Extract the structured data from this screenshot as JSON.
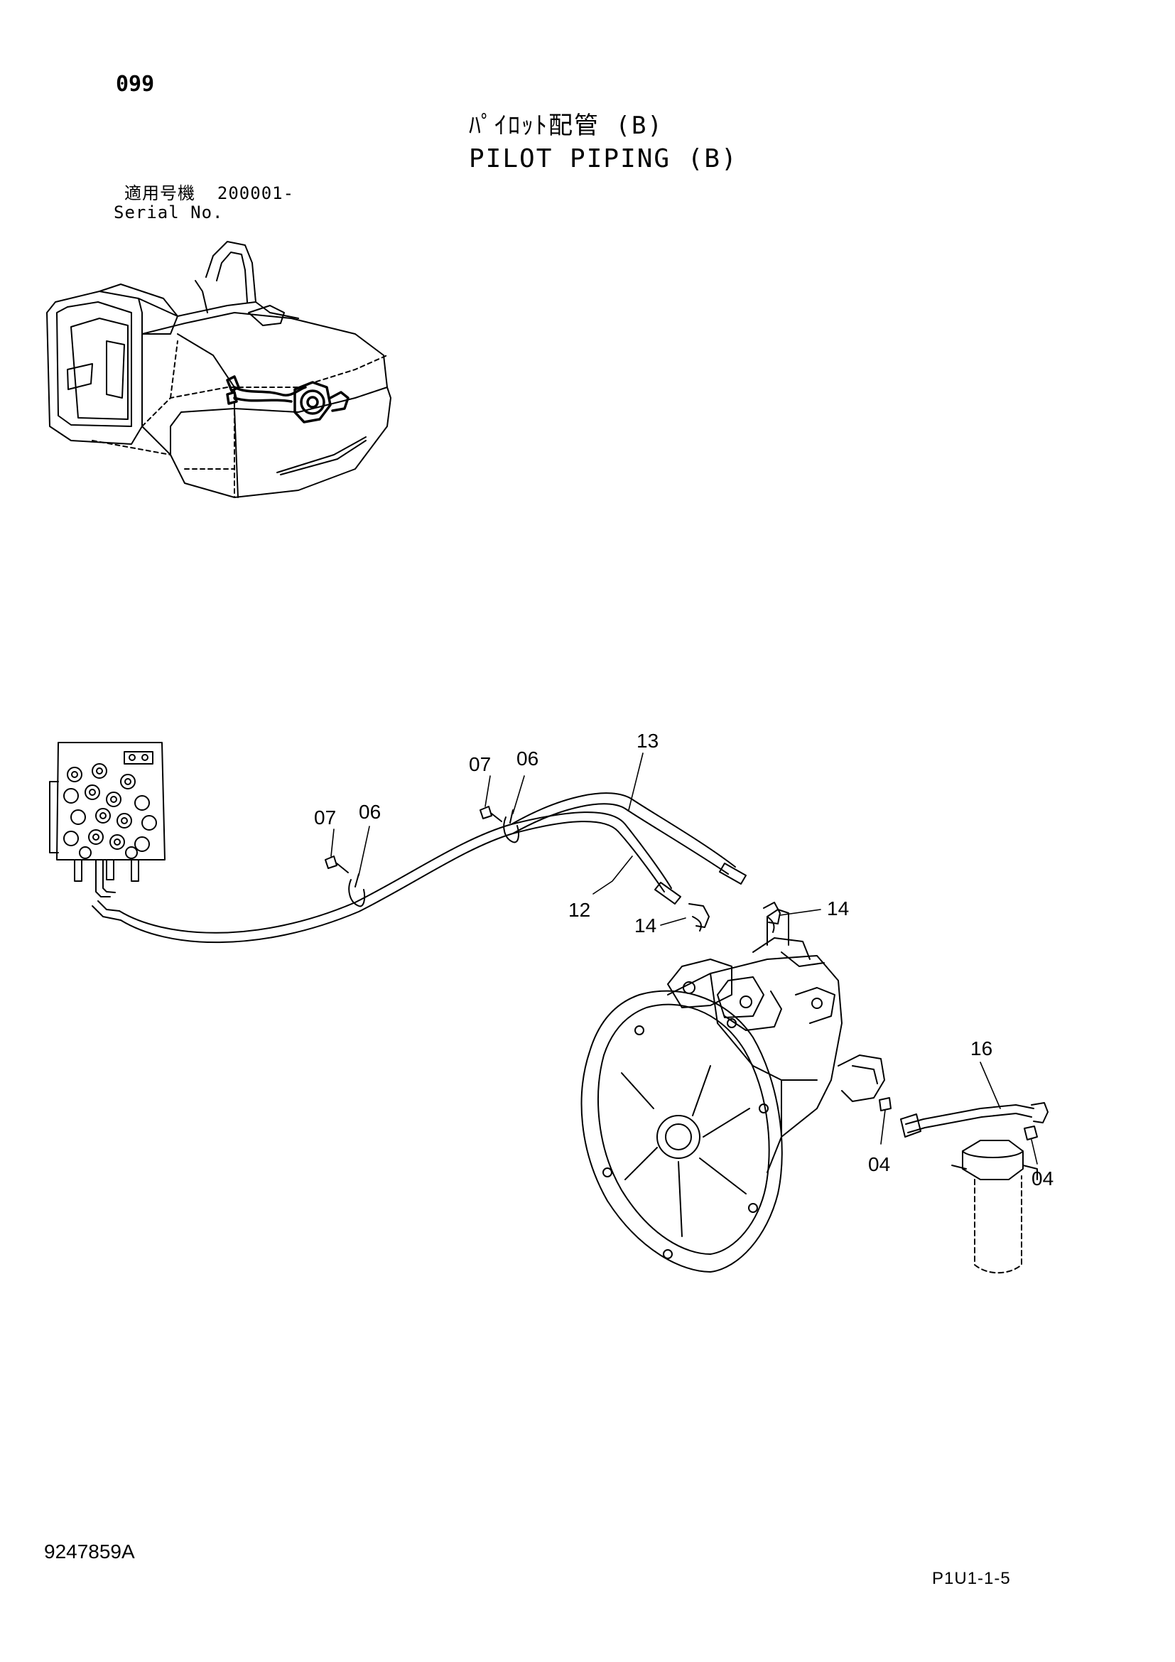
{
  "header": {
    "page_number": "099",
    "title_jp": "ﾊﾟｲﾛｯﾄ配管 (B)",
    "title_en": "PILOT PIPING (B)",
    "serial_label_jp": "適用号機",
    "serial_value": "200001-",
    "serial_label_en": "Serial No."
  },
  "callouts": {
    "c13": "13",
    "c07a": "07",
    "c06a": "06",
    "c07b": "07",
    "c06b": "06",
    "c12": "12",
    "c14a": "14",
    "c14b": "14",
    "c16": "16",
    "c04a": "04",
    "c04b": "04"
  },
  "footer": {
    "document_number": "9247859A",
    "page_code": "P1U1-1-5"
  }
}
